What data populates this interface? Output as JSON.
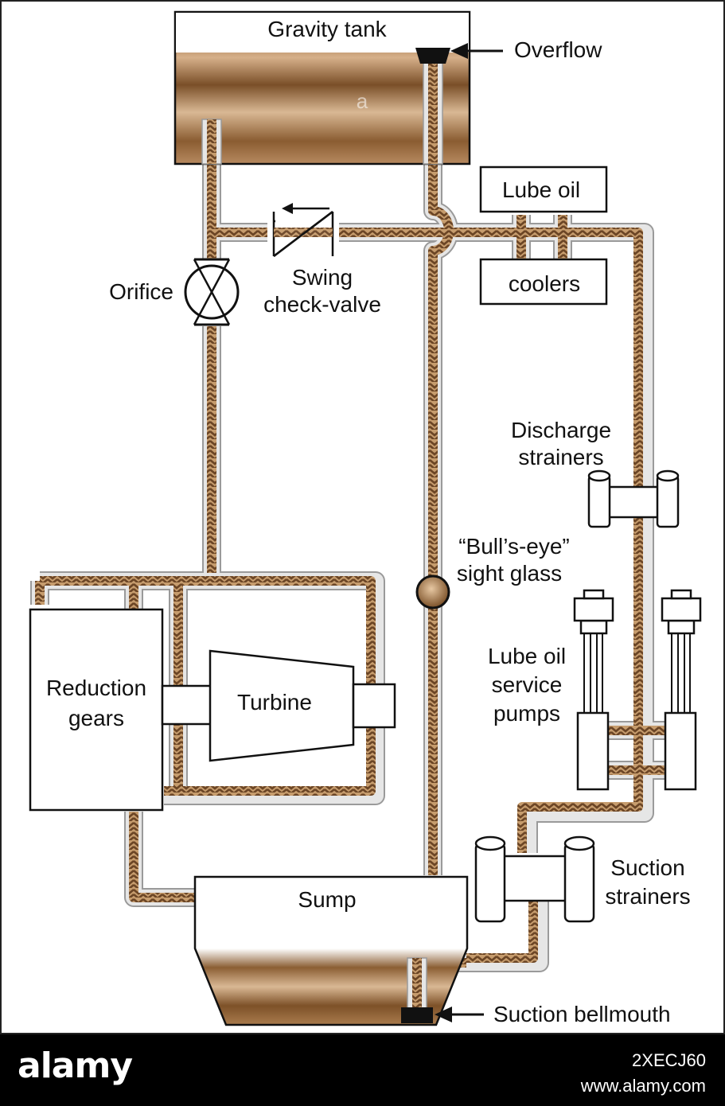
{
  "labels": {
    "gravity_tank": "Gravity tank",
    "overflow": "Overflow",
    "lube_oil": "Lube oil",
    "coolers": "coolers",
    "orifice": "Orifice",
    "swing_line1": "Swing",
    "swing_line2": "check-valve",
    "discharge_line1": "Discharge",
    "discharge_line2": "strainers",
    "bullseye_line1": "“Bull’s-eye”",
    "bullseye_line2": "sight glass",
    "service_line1": "Lube oil",
    "service_line2": "service",
    "service_line3": "pumps",
    "reduction_line1": "Reduction",
    "reduction_line2": "gears",
    "turbine": "Turbine",
    "sump": "Sump",
    "suction_line1": "Suction",
    "suction_line2": "strainers",
    "suction_bellmouth": "Suction bellmouth",
    "watermark": "a"
  },
  "footer": {
    "brand": "alamy",
    "image_id": "2XECJ60",
    "site": "www.alamy.com"
  },
  "colors": {
    "oil": "#a87a4e",
    "oil_dark": "#5a3a1c",
    "pipe_outline": "#d0d0d0",
    "pipe_outline_edge": "#9a9a9a"
  }
}
